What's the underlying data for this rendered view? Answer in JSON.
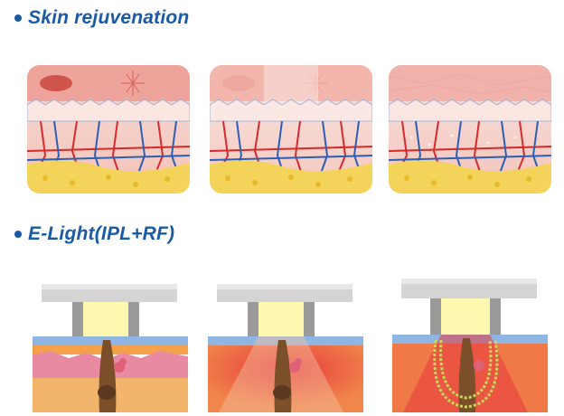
{
  "section_1": {
    "heading": "Skin rejuvenation"
  },
  "section_2": {
    "heading": "E-Light(IPL+RF)"
  },
  "colors": {
    "heading_blue": "#1a5aa6",
    "skin_pink": "#f4c4bd",
    "fat_yellow": "#f3d35a",
    "vessel_red": "#d62a2a",
    "vessel_blue": "#2b5fb4",
    "handpiece_grey": "#c9c9c9",
    "light_yellow": "#fff6b0"
  },
  "icons": {
    "bullet": "filled-circle",
    "skin_stage_1": "skin-cross-section-with-spots",
    "skin_stage_2": "skin-cross-section-faded-spots",
    "skin_stage_3": "skin-cross-section-rejuvenated",
    "ipl_stage_1": "ipl-handpiece-hair-follicle",
    "ipl_stage_2": "ipl-handpiece-heating-follicle",
    "ipl_stage_3": "ipl-handpiece-rf-field"
  }
}
